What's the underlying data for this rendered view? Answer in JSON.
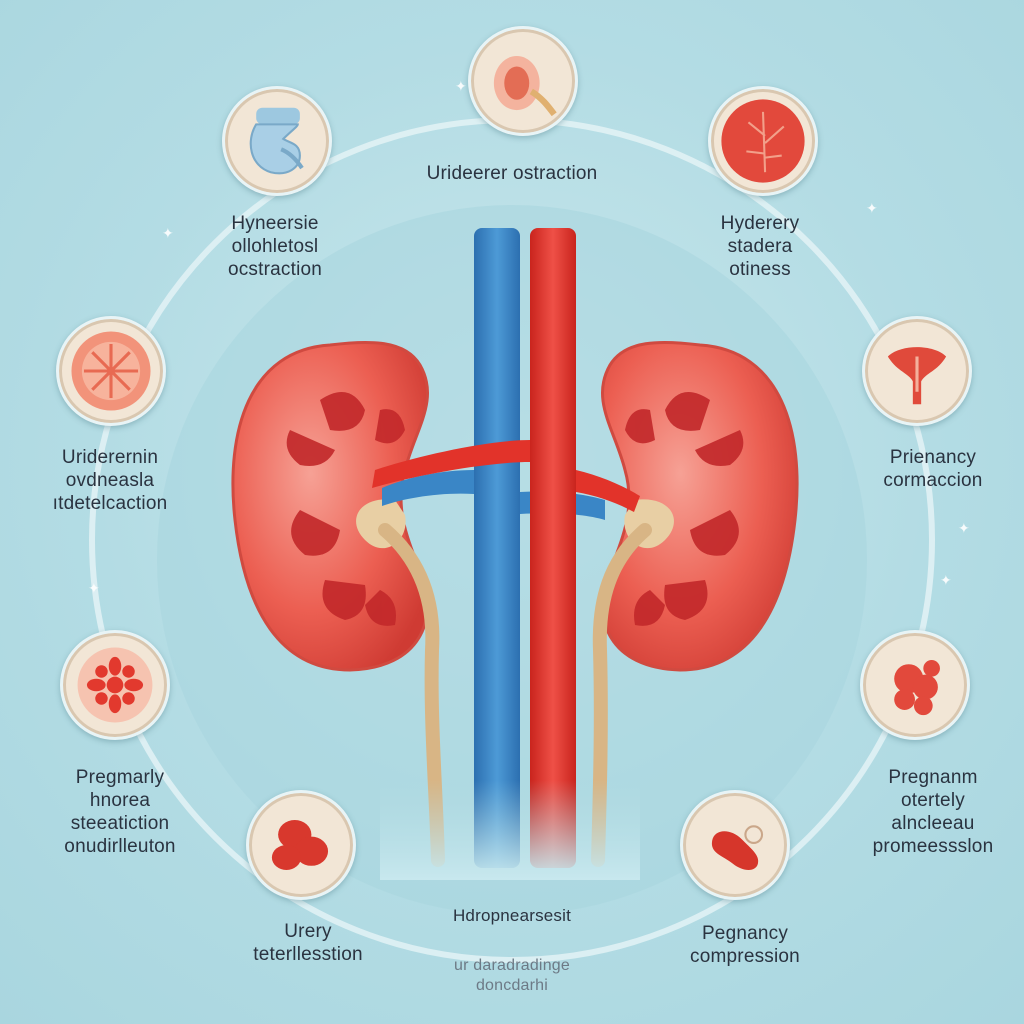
{
  "title": "Urideerer ostraction",
  "center_label": "Hdropnearsesit",
  "footer": {
    "line1": "ur daradradinge",
    "line2": "doncdarhi"
  },
  "labels": {
    "top_left": [
      "Hyneersie",
      "ollohletosl",
      "ocstraction"
    ],
    "top_right": [
      "Hyderery",
      "stadera",
      "otiness"
    ],
    "mid_left": [
      "Uriderernin",
      "ovdneasla",
      "ıtdetelcaction"
    ],
    "mid_right": [
      "Prienancy",
      "cormaccion"
    ],
    "low_left": [
      "Pregmarly",
      "hnorea",
      "steeatiction",
      "onudirlleuton"
    ],
    "low_right": [
      "Pregnanm",
      "otertely",
      "alncleeau",
      "promeessslon"
    ],
    "bottom_left": [
      "Urery",
      "teterllesstion"
    ],
    "bottom_right": [
      "Pegnancy",
      "compression"
    ]
  },
  "icons": {
    "top": "kidney-stone-cross-section-icon",
    "top_left": "blue-organ-icon",
    "top_right": "red-kidney-vessels-icon",
    "mid_left": "tissue-slice-icon",
    "mid_right": "uterus-icon",
    "low_left": "cell-cluster-icon",
    "low_right": "red-nodules-icon",
    "bottom_left": "red-mass-icon",
    "bottom_right": "red-bean-organ-icon"
  },
  "colors": {
    "background": "#b3dce4",
    "kidney": "#ec5a4e",
    "artery": "#e2332a",
    "vein": "#3a86c6",
    "ureter": "#d8b585",
    "badge_bg": "#f2e6d6",
    "text": "#2a3340"
  }
}
